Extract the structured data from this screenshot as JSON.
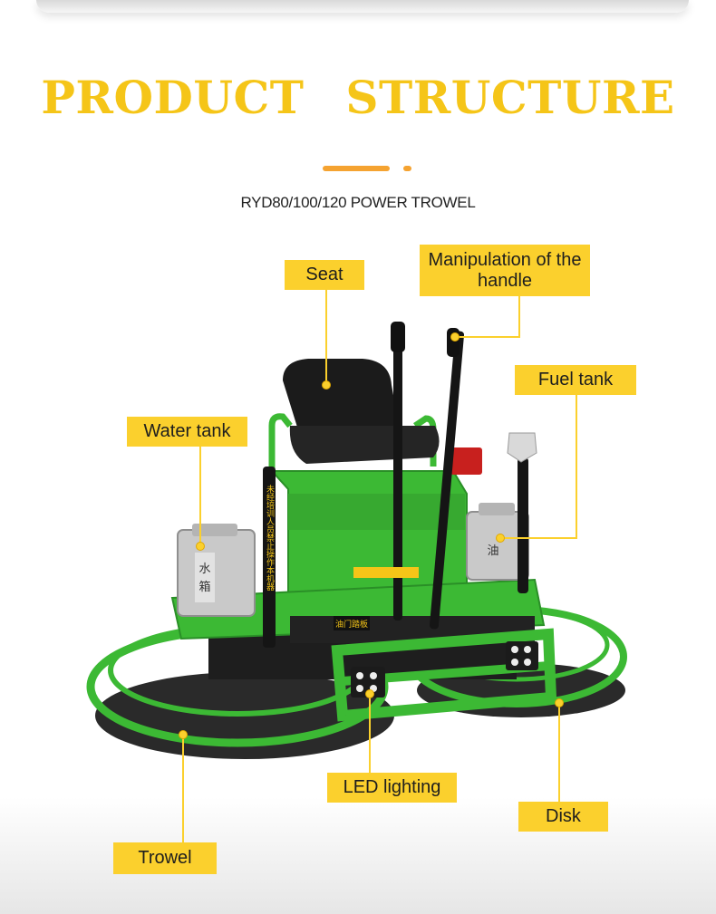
{
  "header": {
    "title": "PRODUCT STRUCTURE",
    "subtitle": "RYD80/100/120 POWER TROWEL"
  },
  "labels": {
    "seat": "Seat",
    "handle": "Manipulation of the handle",
    "fuel_tank": "Fuel tank",
    "water_tank": "Water tank",
    "led": "LED lighting",
    "disk": "Disk",
    "trowel": "Trowel"
  },
  "machine_text": {
    "water_tank_char": "水箱",
    "fuel_tank_char": "油",
    "throttle_plate": "油门踏板"
  },
  "colors": {
    "title": "#f5c518",
    "accent_dash": "#f5a331",
    "label_bg": "#fbd02d",
    "frame_green": "#3cb934",
    "seat_black": "#1b1b1b"
  }
}
